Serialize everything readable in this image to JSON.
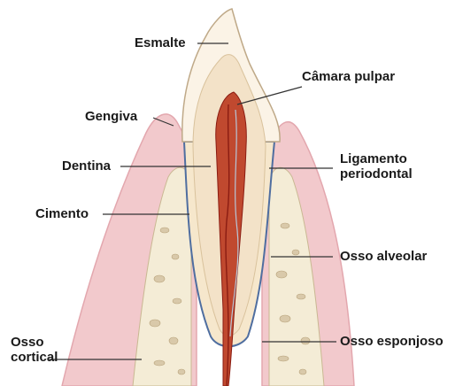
{
  "diagram": {
    "labels": {
      "esmalte": "Esmalte",
      "camara_pulpar": "Câmara pulpar",
      "gengiva": "Gengiva",
      "dentina": "Dentina",
      "ligamento_line1": "Ligamento",
      "ligamento_line2": "periodontal",
      "cimento": "Cimento",
      "osso_alveolar": "Osso alveolar",
      "osso_cortical_line1": "Osso",
      "osso_cortical_line2": "cortical",
      "osso_esponjoso": "Osso esponjoso"
    },
    "colors": {
      "gum": "#f2c9cc",
      "gum_edge": "#e3a7ae",
      "bone": "#f4ecd6",
      "bone_spot": "#d9c9aa",
      "enamel": "#fbf3e6",
      "dentin": "#f3e2c8",
      "pulp": "#c0492f",
      "vessel": "#8a1c12",
      "ligament": "#4f6ea0",
      "leader": "#333333"
    }
  }
}
